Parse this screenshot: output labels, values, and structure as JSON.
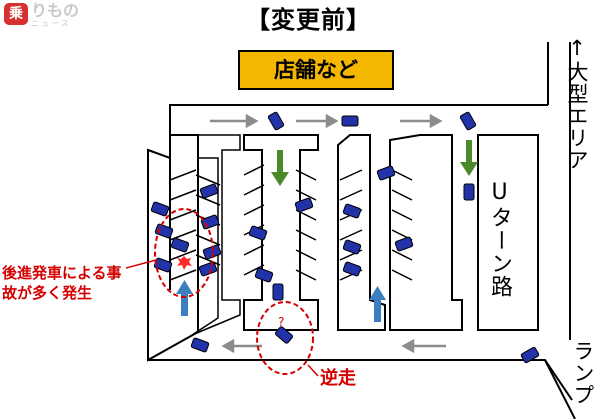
{
  "title": "【変更前】",
  "store_label": "店舗など",
  "to_large_area": "↑大型エリア",
  "uturn_road": "Uターン路",
  "ramp": "ランプ",
  "accident_text": "後進発車による事故が多く発生",
  "reverse_label": "逆走",
  "question_mark": "?",
  "logo": {
    "badge": "乗",
    "name": "りもの",
    "sub": "ニュース"
  },
  "colors": {
    "store_fill": "#f5b700",
    "car_blue": "#2233aa",
    "flow_arrow_gray": "#8c8c8c",
    "green_arrow": "#4a8a2c",
    "blue_arrow": "#3b7fc0",
    "warning_red": "#d40000"
  }
}
